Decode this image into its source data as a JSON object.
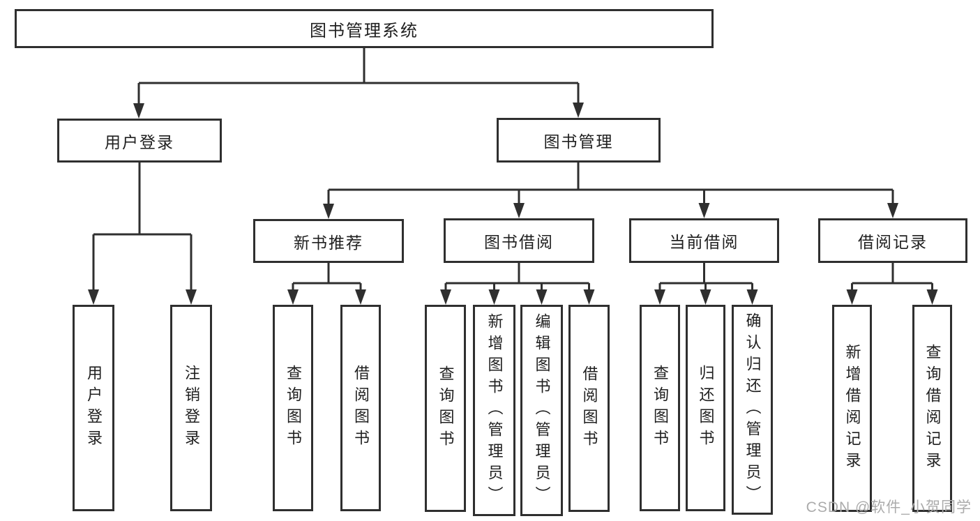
{
  "diagram": {
    "title": "图书管理系统",
    "colors": {
      "line": "#2f2f2f",
      "text": "#1f1f1f",
      "watermark": "#ababab",
      "background": "#ffffff"
    },
    "root": {
      "label": "图书管理系统"
    },
    "level2": [
      {
        "label": "用户登录"
      },
      {
        "label": "图书管理"
      }
    ],
    "level3": [
      {
        "label": "新书推荐"
      },
      {
        "label": "图书借阅"
      },
      {
        "label": "当前借阅"
      },
      {
        "label": "借阅记录"
      }
    ],
    "leaves": [
      {
        "label": "用户登录",
        "parent": "用户登录"
      },
      {
        "label": "注销登录",
        "parent": "用户登录"
      },
      {
        "label": "查询图书",
        "parent": "新书推荐"
      },
      {
        "label": "借阅图书",
        "parent": "新书推荐"
      },
      {
        "label": "查询图书",
        "parent": "图书借阅"
      },
      {
        "label": "新增图书（管理员）",
        "parent": "图书借阅"
      },
      {
        "label": "编辑图书（管理员）",
        "parent": "图书借阅"
      },
      {
        "label": "借阅图书",
        "parent": "图书借阅"
      },
      {
        "label": "查询图书",
        "parent": "当前借阅"
      },
      {
        "label": "归还图书",
        "parent": "当前借阅"
      },
      {
        "label": "确认归还（管理员）",
        "parent": "当前借阅"
      },
      {
        "label": "新增借阅记录",
        "parent": "借阅记录"
      },
      {
        "label": "查询借阅记录",
        "parent": "借阅记录"
      }
    ],
    "watermark": "CSDN @软件_小贺同学"
  }
}
